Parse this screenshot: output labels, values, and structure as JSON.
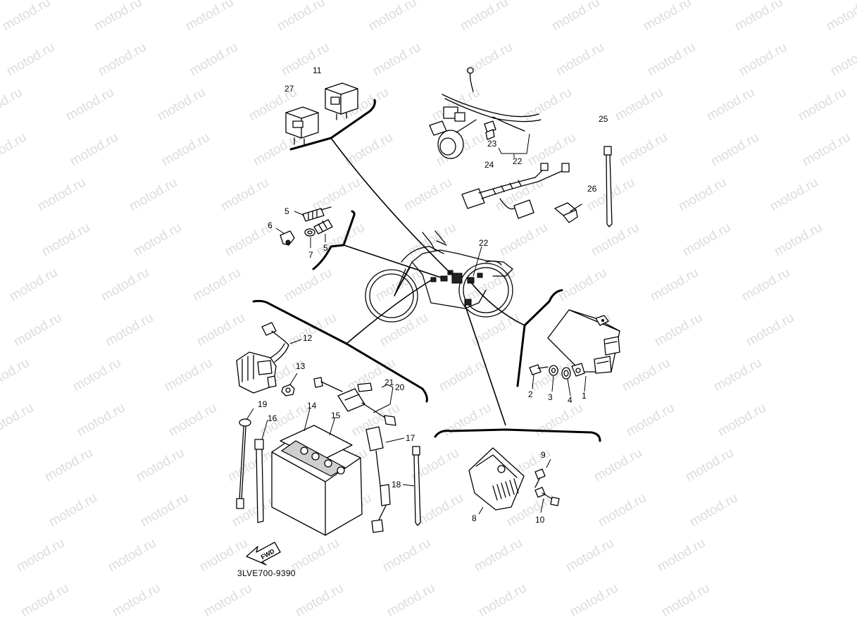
{
  "watermark": "motod.ru",
  "diagram_code": "3LVE700-9390",
  "fwd_label": "FWD",
  "parts": {
    "p1": "1",
    "p2": "2",
    "p3": "3",
    "p4": "4",
    "p5a": "5",
    "p5b": "5",
    "p6": "6",
    "p7": "7",
    "p8": "8",
    "p9": "9",
    "p10": "10",
    "p11": "11",
    "p12": "12",
    "p13": "13",
    "p14": "14",
    "p15": "15",
    "p16": "16",
    "p17": "17",
    "p18": "18",
    "p19": "19",
    "p20": "20",
    "p21": "21",
    "p22a": "22",
    "p22b": "22",
    "p23": "23",
    "p24": "24",
    "p25": "25",
    "p26": "26",
    "p27": "27"
  },
  "colors": {
    "ink": "#000000",
    "watermark": "#dcdcdc",
    "background": "#ffffff"
  }
}
